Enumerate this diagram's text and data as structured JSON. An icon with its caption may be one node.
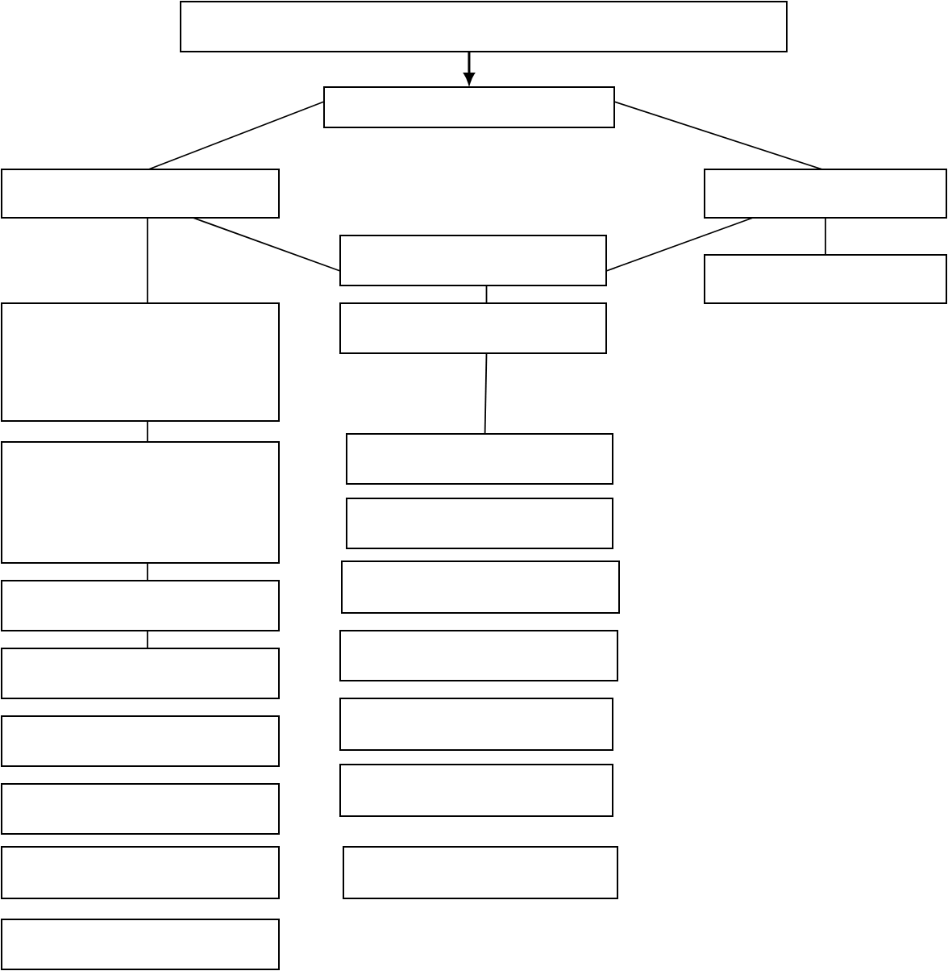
{
  "diagram": {
    "nodes": [
      {
        "text": [],
        "shape": "box"
      },
      {
        "text": [],
        "shape": "box"
      },
      {
        "text": [],
        "shape": "box"
      },
      {
        "text": [],
        "shape": "box"
      },
      {
        "text": [],
        "shape": "box"
      },
      {
        "text": [],
        "shape": "box"
      },
      {
        "text": [],
        "shape": "box"
      },
      {
        "text": [],
        "shape": "box"
      },
      {
        "text": [],
        "shape": "box"
      },
      {
        "text": [],
        "shape": "box"
      },
      {
        "text": [],
        "shape": "box"
      },
      {
        "text": [],
        "shape": "box"
      },
      {
        "text": [],
        "shape": "box"
      },
      {
        "text": [],
        "shape": "box"
      },
      {
        "text": [],
        "shape": "box"
      },
      {
        "text": [],
        "shape": "box"
      },
      {
        "text": [],
        "shape": "box"
      },
      {
        "text": [],
        "shape": "box"
      },
      {
        "text": [],
        "shape": "box"
      },
      {
        "text": [],
        "shape": "box"
      },
      {
        "text": [],
        "shape": "box"
      },
      {
        "text": [],
        "shape": "box"
      }
    ],
    "edges": [
      {
        "from": 0,
        "to": 1,
        "arrow": "to"
      },
      {
        "from": 1,
        "to": 2,
        "arrow": "none"
      },
      {
        "from": 1,
        "to": 3,
        "arrow": "none"
      },
      {
        "from": 2,
        "to": 4,
        "arrow": "none"
      },
      {
        "from": 3,
        "to": 4,
        "arrow": "none"
      },
      {
        "from": 3,
        "to": 5,
        "arrow": "none"
      },
      {
        "from": 2,
        "to": 6,
        "arrow": "none"
      },
      {
        "from": 4,
        "to": 14,
        "arrow": "none"
      },
      {
        "from": 6,
        "to": 7,
        "arrow": "none"
      },
      {
        "from": 14,
        "to": 15,
        "arrow": "none"
      },
      {
        "from": 7,
        "to": 8,
        "arrow": "none"
      },
      {
        "from": 8,
        "to": 9,
        "arrow": "none"
      }
    ]
  }
}
